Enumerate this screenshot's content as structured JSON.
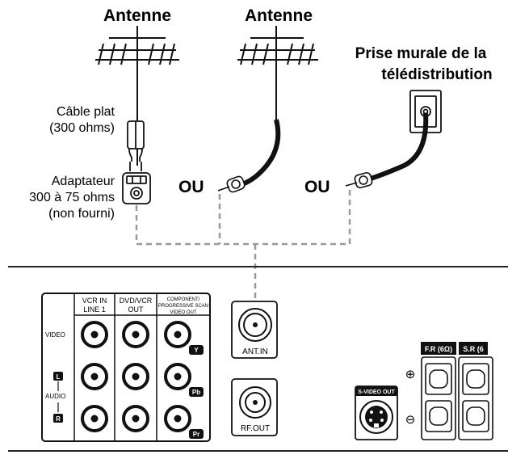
{
  "antennas": {
    "left_label": "Antenne",
    "center_label": "Antenne"
  },
  "wall_outlet": {
    "line1": "Prise murale de la",
    "line2": "télédistribution"
  },
  "flat_cable": {
    "line1": "Câble plat",
    "line2": "(300 ohms)"
  },
  "adapter": {
    "line1": "Adaptateur",
    "line2": "300 à 75 ohms",
    "line3": "(non fourni)"
  },
  "or_labels": [
    "OU",
    "OU"
  ],
  "jacks": {
    "headers": {
      "vcr_in_1": "VCR IN",
      "vcr_in_2": "LINE 1",
      "dvd_vcr_1": "DVD/VCR",
      "dvd_vcr_2": "OUT",
      "component_1": "COMPONENT/",
      "component_2": "PROGRESSIVE SCAN",
      "component_3": "VIDEO OUT"
    },
    "row_labels": {
      "video": "VIDEO",
      "audio": "AUDIO",
      "left": "L",
      "right": "R"
    },
    "component_badges": [
      "Y",
      "Pb",
      "Pr"
    ],
    "ant_in": "ANT.IN",
    "rf_out": "RF.OUT",
    "svideo_out": "S-VIDEO OUT"
  },
  "speakers": {
    "front_right": "F.R (6Ω)",
    "surround_right": "S.R (6",
    "plus": "⊕",
    "minus": "⊖"
  },
  "colors": {
    "ink": "#111111",
    "dashed_line": "#999999",
    "panel_line": "#222222"
  }
}
